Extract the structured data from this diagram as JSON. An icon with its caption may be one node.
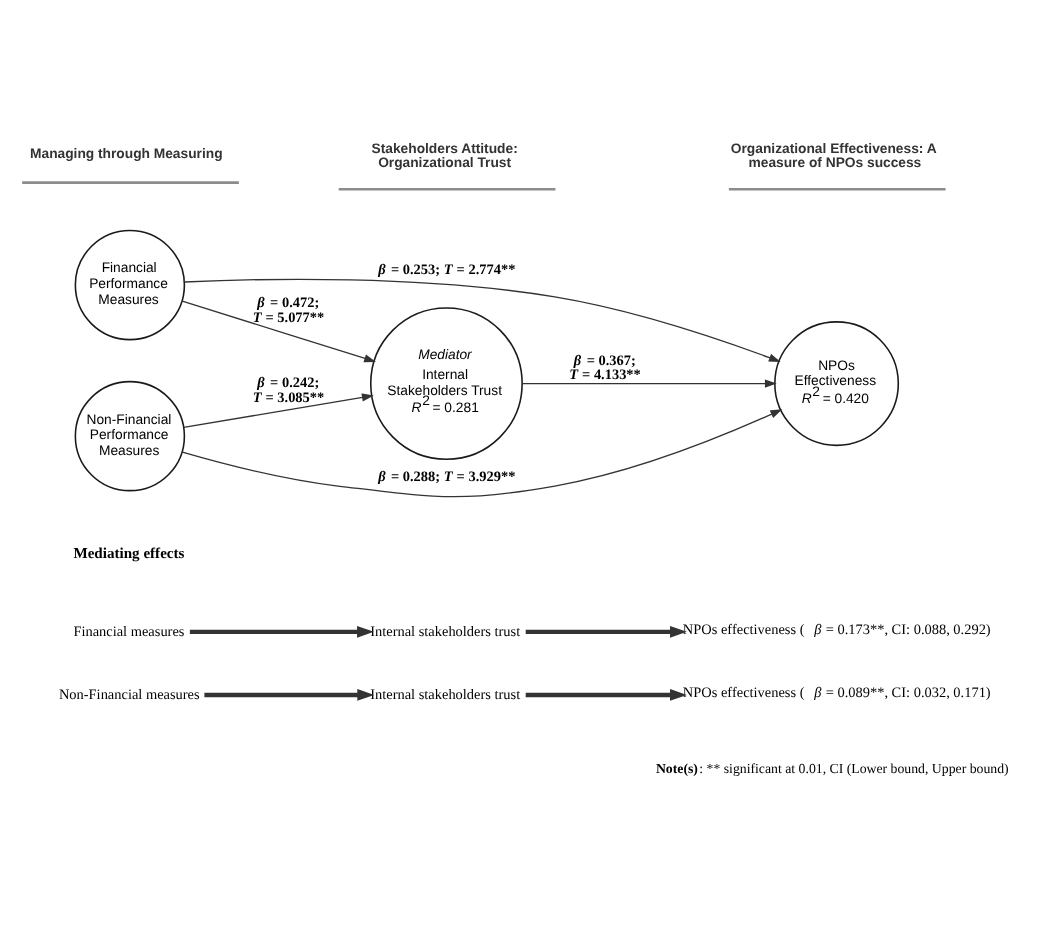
{
  "diagram": {
    "nodes": [
      {
        "text": [
          "Financial Performance Measures"
        ]
      },
      {
        "text": [
          "Mediator",
          "Internal Stakeholders Trust",
          "*R*$^{2}$ = 0.281"
        ]
      },
      {
        "text": [
          "NPOs Effectiveness",
          "*R*$^{2}$ = 0.420"
        ]
      },
      {
        "text": [
          "Non-Financial Performance Measures"
        ]
      },
      {
        "text": [
          "Financial measures"
        ]
      },
      {
        "text": [
          "Internal stakeholders trust"
        ]
      },
      {
        "text": [
          "NPOs effectiveness ( *β* = 0.173**, CI: 0.088, 0.292)"
        ]
      },
      {
        "text": [
          "Non-Financial measures"
        ]
      },
      {
        "text": [
          "Internal stakeholders trust"
        ]
      },
      {
        "text": [
          "NPOs effectiveness ( *β* = 0.089**, CI: 0.032, 0.171)"
        ]
      }
    ],
    "edges": [
      {
        "from": 0,
        "to": 1,
        "arrow": "to",
        "label": "*β* = 0.472; *T* = 5.077**"
      },
      {
        "from": 0,
        "to": 2,
        "arrow": "to",
        "label": "*β* = 0.253; *T* = 2.774**"
      },
      {
        "from": 1,
        "to": 2,
        "arrow": "to",
        "label": "*β* = 0.367; *T* = 4.133**"
      },
      {
        "from": 3,
        "to": 1,
        "arrow": "to",
        "label": "*β* = 0.242; *T* = 3.085**"
      },
      {
        "from": 3,
        "to": 2,
        "arrow": "to",
        "label": "*β* = 0.288; *T* = 3.929**"
      },
      {
        "from": 4,
        "to": 5,
        "arrow": "to",
        "style": "thick"
      },
      {
        "from": 5,
        "to": 6,
        "arrow": "to",
        "style": "thick"
      },
      {
        "from": 7,
        "to": 8,
        "arrow": "to",
        "style": "thick"
      },
      {
        "from": 8,
        "to": 9,
        "arrow": "to",
        "style": "thick"
      }
    ],
    "labels": [
      "Managing through Measuring",
      "Stakeholders Attitude: Organizational Trust",
      "Organizational Effectiveness: A measure of NPOs success",
      "Mediating effects",
      "**Note(s)**: ** significant at 0.01, CI (Lower bound, Upper bound)"
    ]
  }
}
